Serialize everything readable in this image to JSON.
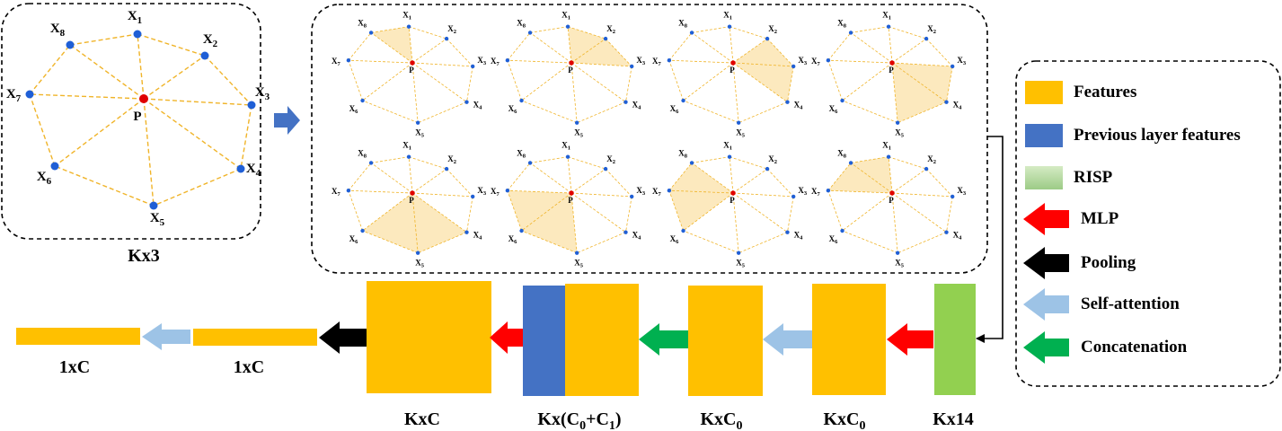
{
  "colors": {
    "features": "#FFC000",
    "previous_layer": "#4472C4",
    "risp": "#92D050",
    "mlp": "#FF0000",
    "pooling": "#000000",
    "self_attention": "#9DC3E6",
    "concatenation": "#00B050",
    "node_blue": "#1F5FD6",
    "node_center": "#E00000",
    "edge_dash": "#F0B429",
    "triangle_fill": "#FCE9BE",
    "flow_arrow": "#4472C4"
  },
  "icons": {
    "input_to_triangles": "block-arrow-right-icon",
    "to_risp": "elbow-connector-arrow-icon"
  },
  "input_graph": {
    "center": "P",
    "neighbors": [
      {
        "name": "X",
        "sub": "1"
      },
      {
        "name": "X",
        "sub": "2"
      },
      {
        "name": "X",
        "sub": "3"
      },
      {
        "name": "X",
        "sub": "4"
      },
      {
        "name": "X",
        "sub": "5"
      },
      {
        "name": "X",
        "sub": "6"
      },
      {
        "name": "X",
        "sub": "7"
      },
      {
        "name": "X",
        "sub": "8"
      }
    ],
    "shape_label": "Kx3"
  },
  "triangle_panels": [
    {
      "highlight": [
        8,
        1
      ]
    },
    {
      "highlight": [
        1,
        3
      ]
    },
    {
      "highlight": [
        2,
        4
      ]
    },
    {
      "highlight": [
        3,
        5
      ]
    },
    {
      "highlight": [
        4,
        6
      ]
    },
    {
      "highlight": [
        5,
        7
      ]
    },
    {
      "highlight": [
        6,
        8
      ]
    },
    {
      "highlight": [
        7,
        1
      ]
    }
  ],
  "pipeline": {
    "risp_label": "Kx14",
    "mlp_out_label": "KxC",
    "mlp_out_sub": "0",
    "attn_out_label": "KxC",
    "attn_out_sub": "0",
    "concat_label_prefix": "Kx(C",
    "concat_label_sub1": "0",
    "concat_label_mid": "+C",
    "concat_label_sub2": "1",
    "concat_label_suffix": ")",
    "mlp2_out_label": "KxC",
    "pool_out_label": "1xC",
    "final_out_label": "1xC"
  },
  "legend": [
    {
      "label": "Features",
      "kind": "box",
      "color_key": "features"
    },
    {
      "label": "Previous layer features",
      "kind": "box",
      "color_key": "previous_layer"
    },
    {
      "label": "RISP",
      "kind": "box",
      "color_key": "risp"
    },
    {
      "label": "MLP",
      "kind": "arrow",
      "color_key": "mlp"
    },
    {
      "label": "Pooling",
      "kind": "arrow",
      "color_key": "pooling"
    },
    {
      "label": "Self-attention",
      "kind": "arrow",
      "color_key": "self_attention"
    },
    {
      "label": "Concatenation",
      "kind": "arrow",
      "color_key": "concatenation"
    }
  ]
}
